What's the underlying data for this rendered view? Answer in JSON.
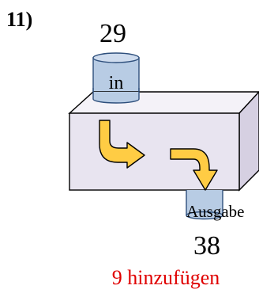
{
  "problem": {
    "number": "11)"
  },
  "machine": {
    "input_label": "in",
    "output_label": "Ausgabe",
    "input_value": "29",
    "output_value": "38",
    "rule": "9 hinzufügen",
    "colors": {
      "box_face": "#e8e4f0",
      "box_top": "#f4f2f8",
      "box_side": "#d6d0e2",
      "cylinder": "#b8cce4",
      "arrow": "#ffcc44",
      "rule_text": "#e00000"
    },
    "icons": [
      "input-cylinder-icon",
      "output-cylinder-icon",
      "curved-arrow-icon",
      "curved-arrow-icon"
    ]
  }
}
